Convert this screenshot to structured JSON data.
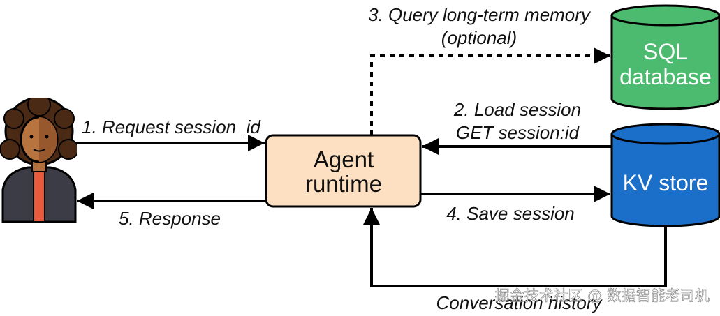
{
  "nodes": {
    "agent": {
      "line1": "Agent",
      "line2": "runtime",
      "fill": "#fde0c2"
    },
    "sql": {
      "line1": "SQL",
      "line2": "database",
      "fill": "#4cbb6f"
    },
    "kv": {
      "label": "KV store",
      "fill": "#1b6fc8"
    },
    "user": {
      "icon": "user-avatar-icon"
    }
  },
  "edges": {
    "request": "1. Request session_id",
    "load_line1": "2. Load session",
    "load_line2": "GET session:id",
    "query_line1": "3. Query long-term memory",
    "query_line2": "(optional)",
    "save": "4. Save session",
    "response": "5. Response",
    "history": "Conversation history"
  },
  "watermark": "掘金技术社区 @ 数据智能老司机"
}
